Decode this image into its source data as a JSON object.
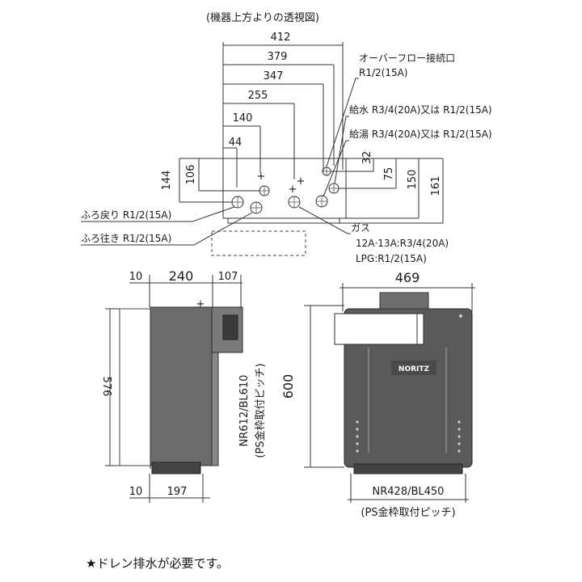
{
  "top_view": {
    "title": "(機器上方よりの透視図)",
    "widths": [
      "412",
      "379",
      "347",
      "255",
      "140",
      "44"
    ],
    "heights_left": [
      "144",
      "106"
    ],
    "heights_right": [
      "32",
      "75",
      "150",
      "161"
    ]
  },
  "callouts": {
    "overflow_line1": "オーバーフロー接続口",
    "overflow_line2": "R1/2(15A)",
    "water_supply": "給水 R3/4(20A)又は R1/2(15A)",
    "hot_water": "給湯 R3/4(20A)又は R1/2(15A)",
    "bath_return": "ふろ戻り R1/2(15A)",
    "bath_supply": "ふろ往き R1/2(15A)",
    "gas_title": "ガス",
    "gas_line1": "12A·13A:R3/4(20A)",
    "gas_line2": "LPG:R1/2(15A)"
  },
  "side_view": {
    "dim_top_small": "10",
    "dim_top_depth": "240",
    "dim_top_bracket": "107",
    "dim_height": "576",
    "dim_bottom_small": "10",
    "dim_bottom_depth": "197",
    "pitch_label": "NR612/BL610",
    "pitch_note": "(PS金枠取付ピッチ)"
  },
  "front_view": {
    "dim_width": "469",
    "dim_height": "600",
    "brand": "NORITZ",
    "pitch_label": "NR428/BL450",
    "pitch_note": "(PS金枠取付ピッチ)"
  },
  "footnote": "★ドレン排水が必要です。"
}
